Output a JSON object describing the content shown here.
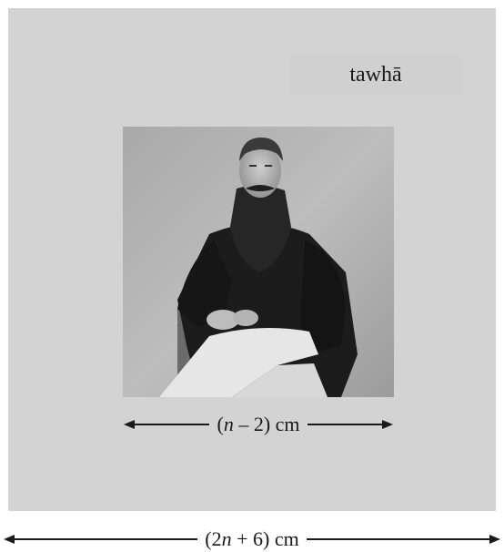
{
  "label": "tawhā",
  "photo": {
    "icon": "bearded-man-portrait-photo"
  },
  "dimensions": {
    "inner": {
      "open": "(",
      "var": "n",
      "rest": " – 2) cm"
    },
    "outer": {
      "open": "(2",
      "var": "n",
      "rest": " + 6) cm"
    }
  },
  "colors": {
    "background": "#d3d3d3",
    "text": "#1a1a1a"
  }
}
